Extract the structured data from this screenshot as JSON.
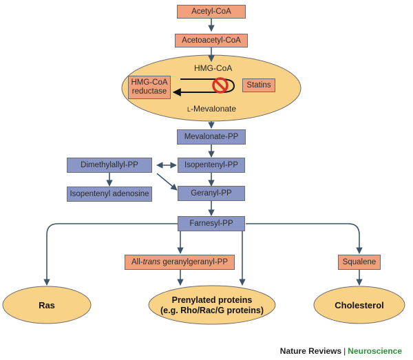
{
  "nodes": {
    "acetyl_coa": "Acetyl-CoA",
    "acetoacetyl_coa": "Acetoacetyl-CoA",
    "hmg_coa": "HMG-CoA",
    "hmg_coa_reductase_line1": "HMG-CoA",
    "hmg_coa_reductase_line2": "reductase",
    "statins": "Statins",
    "l_mevalonate_prefix": "L",
    "l_mevalonate_suffix": "-Mevalonate",
    "mevalonate_pp": "Mevalonate-PP",
    "dimethylallyl_pp": "Dimethylallyl-PP",
    "isopentenyl_pp": "Isopentenyl-PP",
    "isopentenyl_adenosine": "Isopentenyl adenosine",
    "geranyl_pp": "Geranyl-PP",
    "farnesyl_pp": "Farnesyl-PP",
    "all_trans_prefix": "All-",
    "all_trans_italic": "trans",
    "all_trans_suffix": " geranylgeranyl-PP",
    "squalene": "Squalene",
    "ras": "Ras",
    "prenylated_line1": "Prenylated proteins",
    "prenylated_line2": "(e.g. Rho/Rac/G proteins)",
    "cholesterol": "Cholesterol"
  },
  "footer": {
    "journal": "Nature Reviews",
    "separator": "|",
    "section": "Neuroscience"
  },
  "colors": {
    "orange_box": "#f2a07b",
    "blue_box": "#8a97c6",
    "oval_fill": "#f8d287",
    "arrow": "#3d5566",
    "inhibit_red": "#d8312a",
    "footer_green": "#2e8f3c"
  }
}
